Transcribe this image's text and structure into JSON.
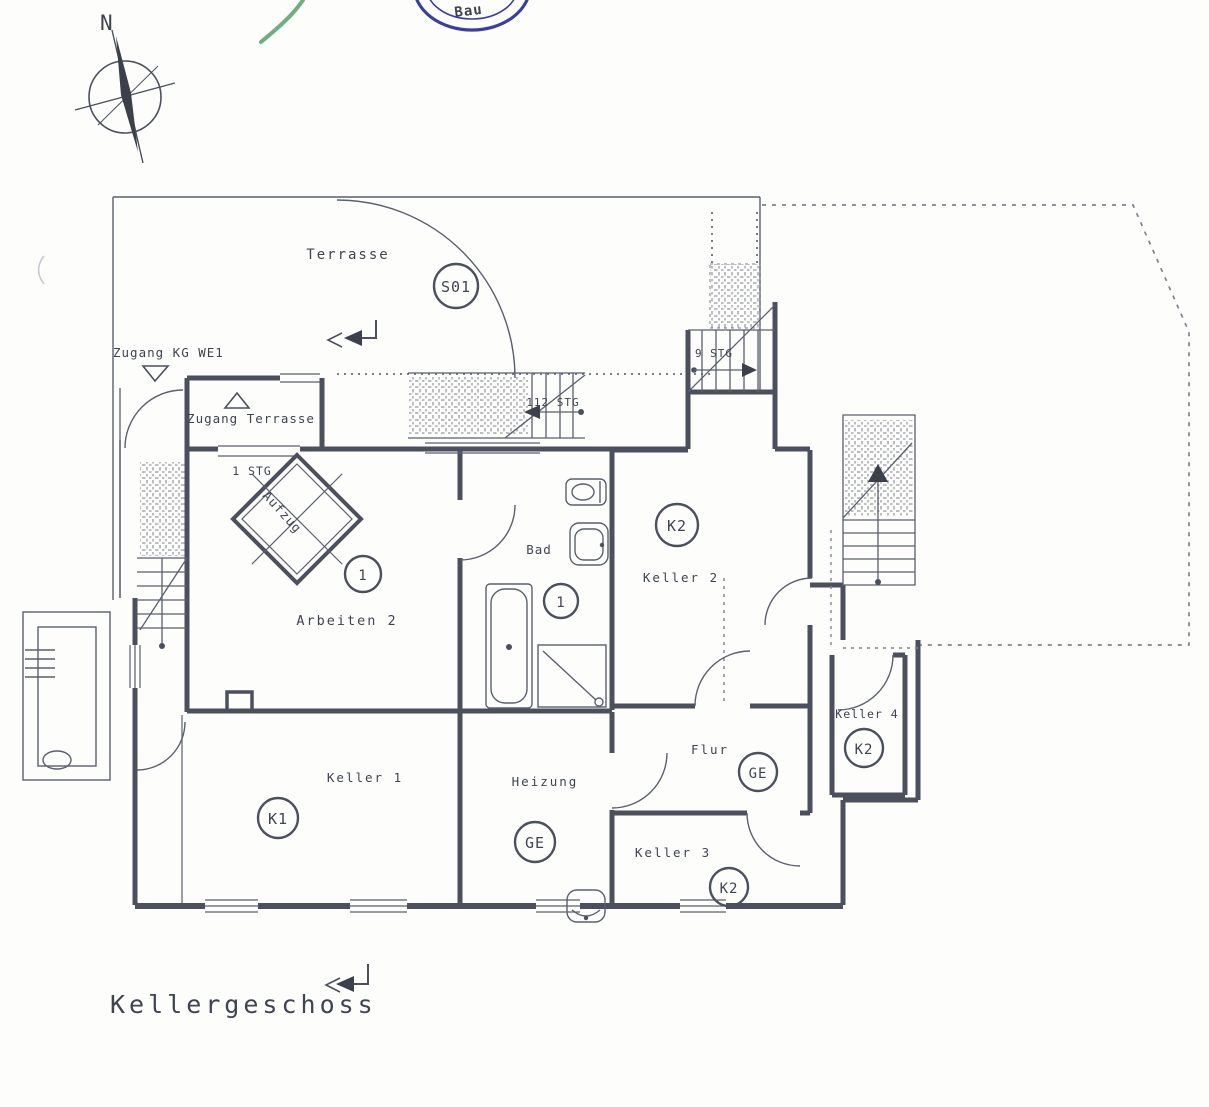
{
  "page": {
    "floor_title": "Kellergeschoss"
  },
  "compass": {
    "north_label": "N"
  },
  "stamp": {
    "text_fragment": "Bau"
  },
  "terrace": {
    "label": "Terrasse",
    "badge": "S01"
  },
  "entry": {
    "zugang_kg": "Zugang KG WE1",
    "zugang_terrasse": "Zugang Terrasse",
    "stg1": "1 STG"
  },
  "stairs": {
    "stg9": "9 STG",
    "stg112": "112 STG"
  },
  "elevator": {
    "label": "Aufzug"
  },
  "rooms": {
    "arbeiten2": {
      "label": "Arbeiten 2",
      "badge": "1"
    },
    "bad": {
      "label": "Bad",
      "badge": "1"
    },
    "keller1": {
      "label": "Keller 1",
      "badge": "K1"
    },
    "keller2": {
      "label": "Keller 2",
      "badge": "K2"
    },
    "keller3": {
      "label": "Keller 3",
      "badge": "K2"
    },
    "keller4": {
      "label": "Keller 4",
      "badge": "K2"
    },
    "heizung": {
      "label": "Heizung",
      "badge": "GE"
    },
    "flur": {
      "label": "Flur",
      "badge": "GE"
    }
  }
}
